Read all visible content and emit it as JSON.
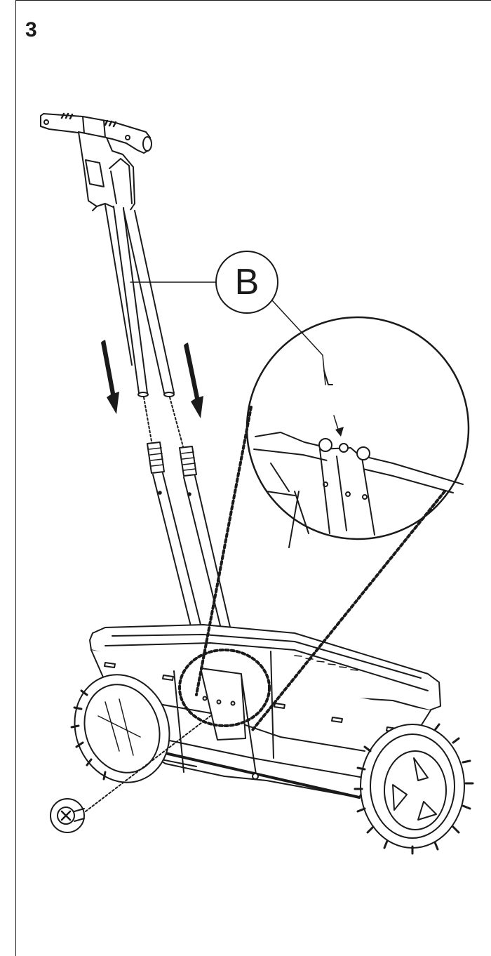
{
  "document": {
    "step_number": "3",
    "callout_label": "B"
  },
  "icons": [
    "arrow-down-icon",
    "screw-icon",
    "magnifier-detail-circle"
  ],
  "colors": {
    "line": "#1a1a1a",
    "background": "#ffffff"
  }
}
